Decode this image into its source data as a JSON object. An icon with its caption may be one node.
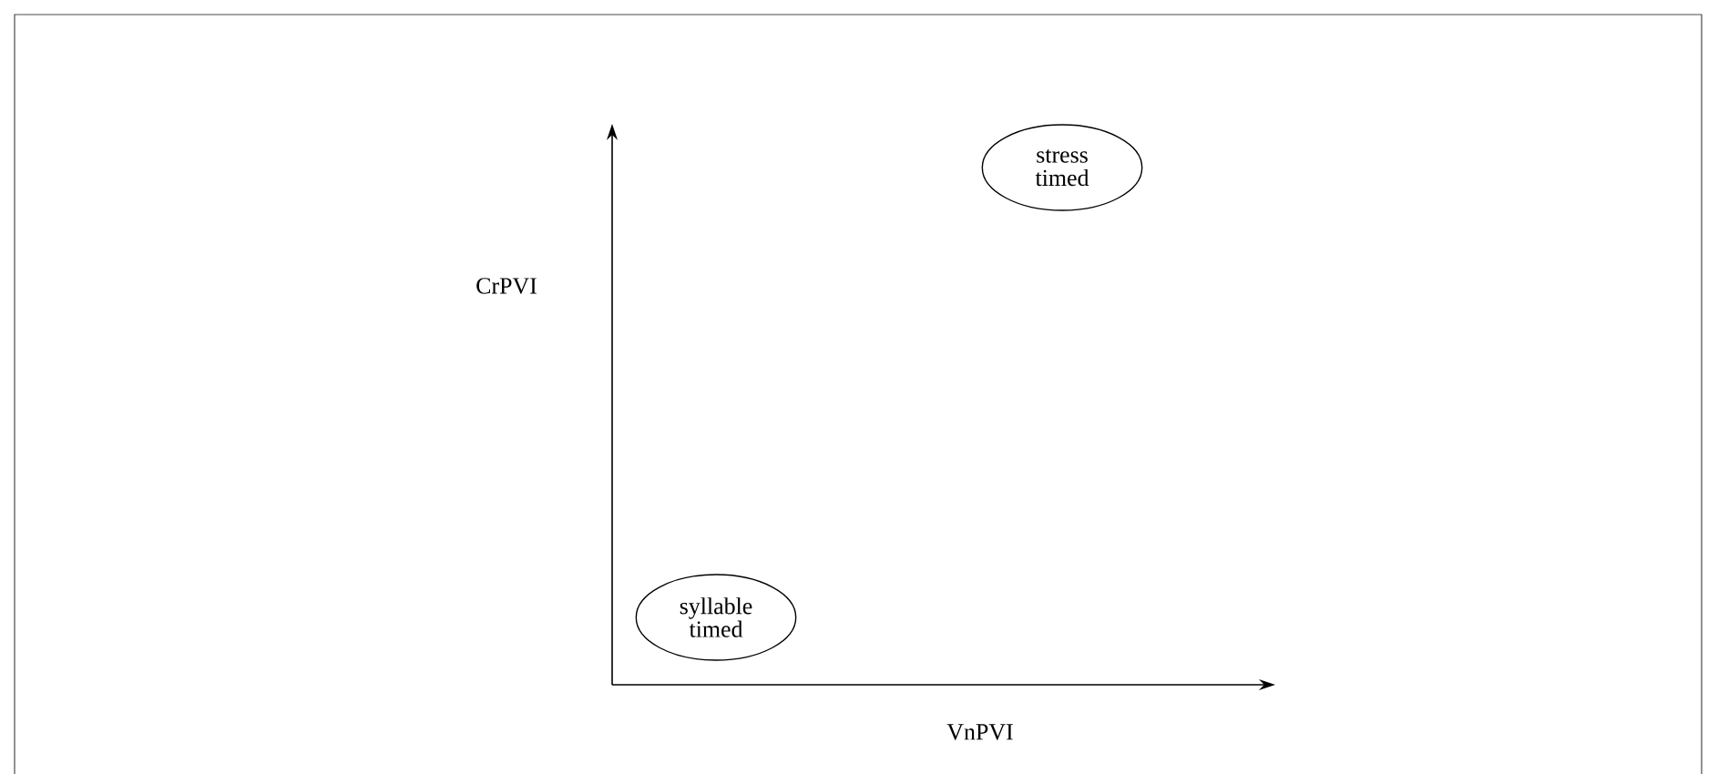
{
  "diagram": {
    "nodes": [
      {
        "text": [
          "stress timed"
        ]
      },
      {
        "text": [
          "syllable timed"
        ]
      }
    ],
    "labels": [
      "CrPVI",
      "VnPVI"
    ]
  }
}
